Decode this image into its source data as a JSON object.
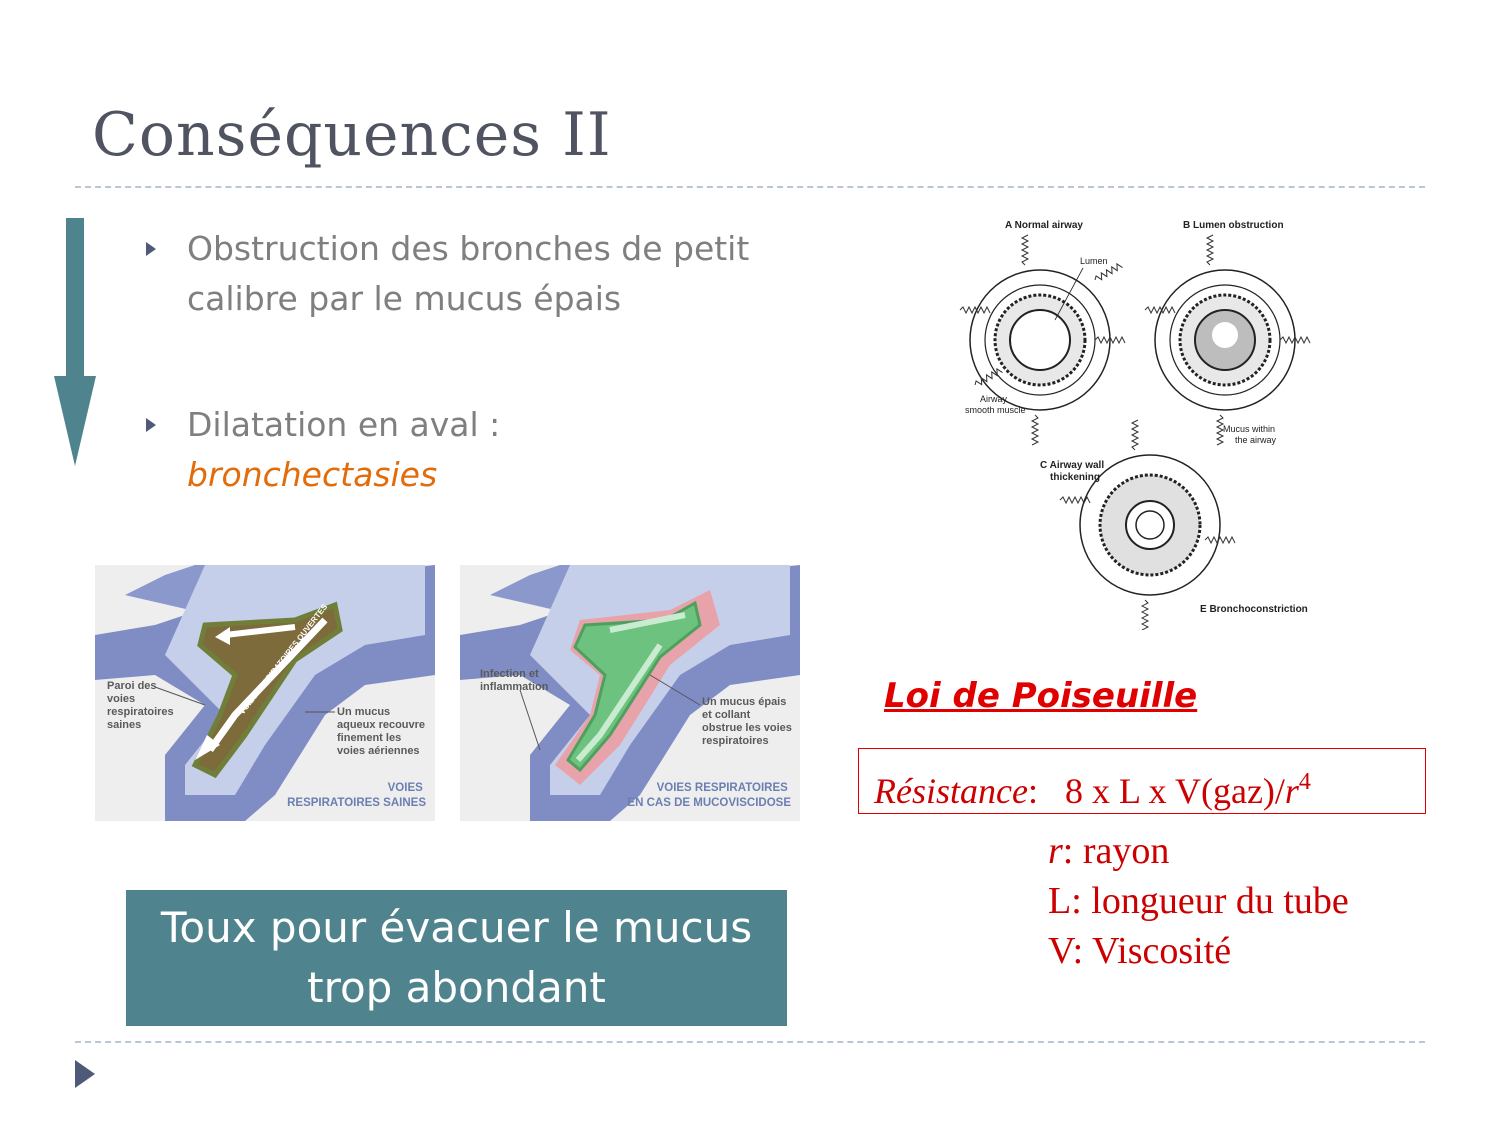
{
  "slide": {
    "title": "Conséquences II",
    "bullets": [
      {
        "line1": "Obstruction des bronches de petit",
        "line2": "calibre par le mucus épais"
      },
      {
        "line1": "Dilatation en aval  :",
        "line2": "bronchectasies"
      }
    ],
    "cough_box": {
      "line1": "Toux pour évacuer le mucus",
      "line2": "trop abondant"
    },
    "poiseuille": {
      "heading": "Loi de Poiseuille",
      "formula_label": "Résistance",
      "formula_body": "8 x L x V(gaz)/",
      "formula_r": "r",
      "formula_exp": "4",
      "legend": [
        {
          "sym": "r",
          "text": ": rayon"
        },
        {
          "sym": "L",
          "text": ": longueur du tube"
        },
        {
          "sym": "V",
          "text": ": Viscosité"
        }
      ]
    }
  },
  "left_figure": {
    "label_wall": [
      "Paroi des",
      "voies",
      "respiratoires",
      "saines"
    ],
    "label_mucus": [
      "Un mucus",
      "aqueux recouvre",
      "finement les",
      "voies aériennes"
    ],
    "arrow_text": "VOIES RESPIRATOIRES OUVERTES",
    "caption": [
      "VOIES",
      "RESPIRATOIRES SAINES"
    ]
  },
  "right_figure": {
    "label_infection": [
      "Infection et",
      "inflammation"
    ],
    "label_mucus": [
      "Un mucus épais",
      "et collant",
      "obstrue les voies",
      "respiratoires"
    ],
    "caption": [
      "VOIES RESPIRATOIRES",
      "EN CAS DE MUCOVISCIDOSE"
    ]
  },
  "airway_diagram": {
    "a": "A  Normal airway",
    "b": "B  Lumen obstruction",
    "c": [
      "C  Airway wall",
      "thickening"
    ],
    "e": "E  Bronchoconstriction",
    "lumen": "Lumen",
    "smooth": [
      "Airway",
      "smooth muscle"
    ],
    "mucus": [
      "Mucus within",
      "the airway"
    ]
  },
  "colors": {
    "accent_box": "#4f848f",
    "arrow": "#4f848f",
    "red": "#e00000",
    "orange": "#e36c0a"
  }
}
